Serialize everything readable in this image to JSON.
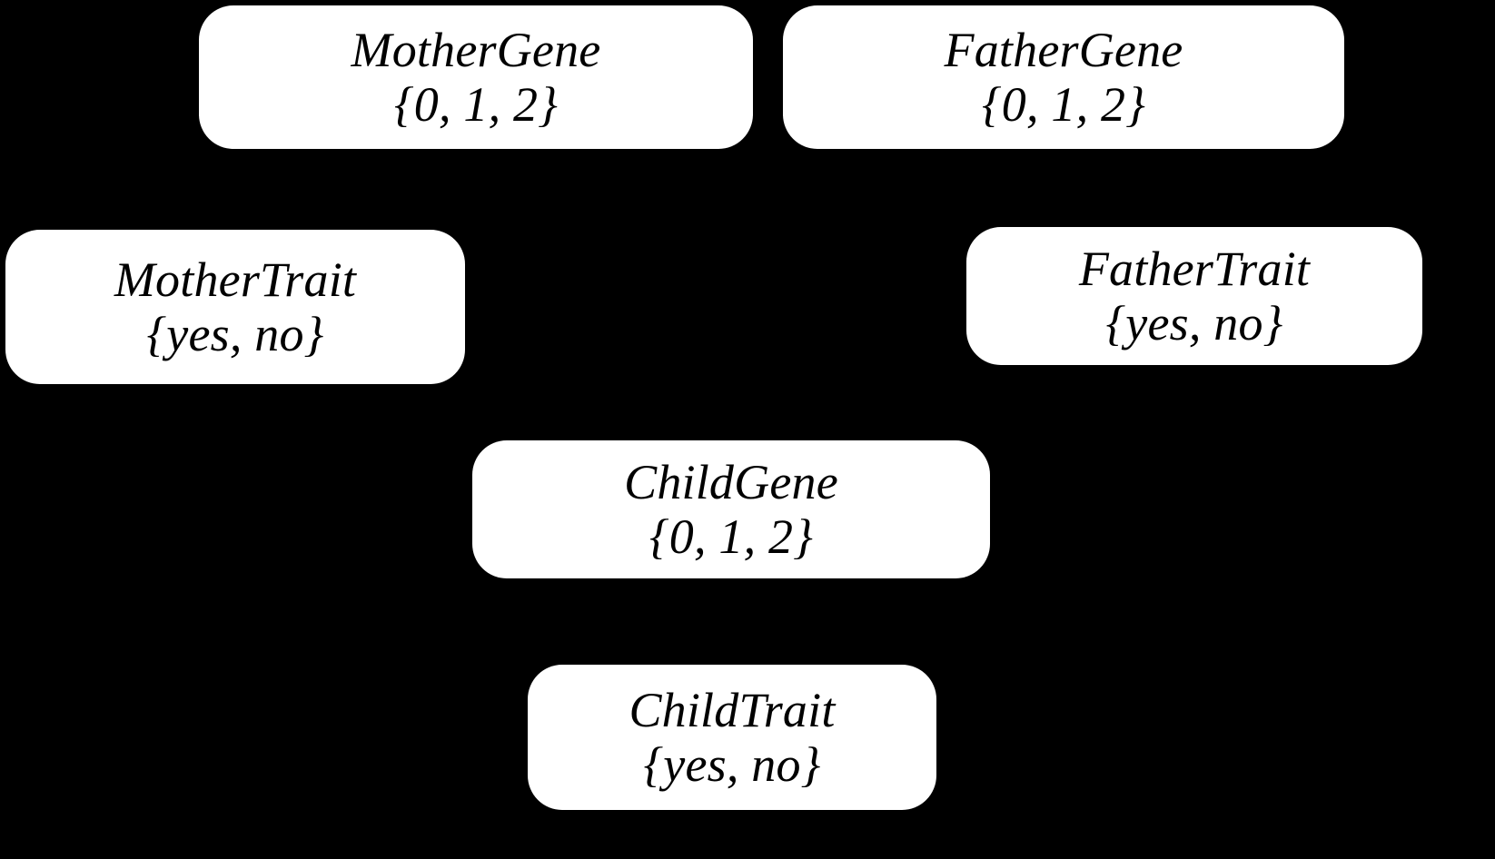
{
  "diagram": {
    "type": "bayesian-network",
    "background_color": "#000000",
    "node_fill_color": "#ffffff",
    "node_text_color": "#000000",
    "nodes": [
      {
        "id": "mother-gene",
        "title": "MotherGene",
        "domain": "{0, 1, 2}"
      },
      {
        "id": "father-gene",
        "title": "FatherGene",
        "domain": "{0, 1, 2}"
      },
      {
        "id": "mother-trait",
        "title": "MotherTrait",
        "domain": "{yes, no}"
      },
      {
        "id": "father-trait",
        "title": "FatherTrait",
        "domain": "{yes, no}"
      },
      {
        "id": "child-gene",
        "title": "ChildGene",
        "domain": "{0, 1, 2}"
      },
      {
        "id": "child-trait",
        "title": "ChildTrait",
        "domain": "{yes, no}"
      }
    ]
  }
}
